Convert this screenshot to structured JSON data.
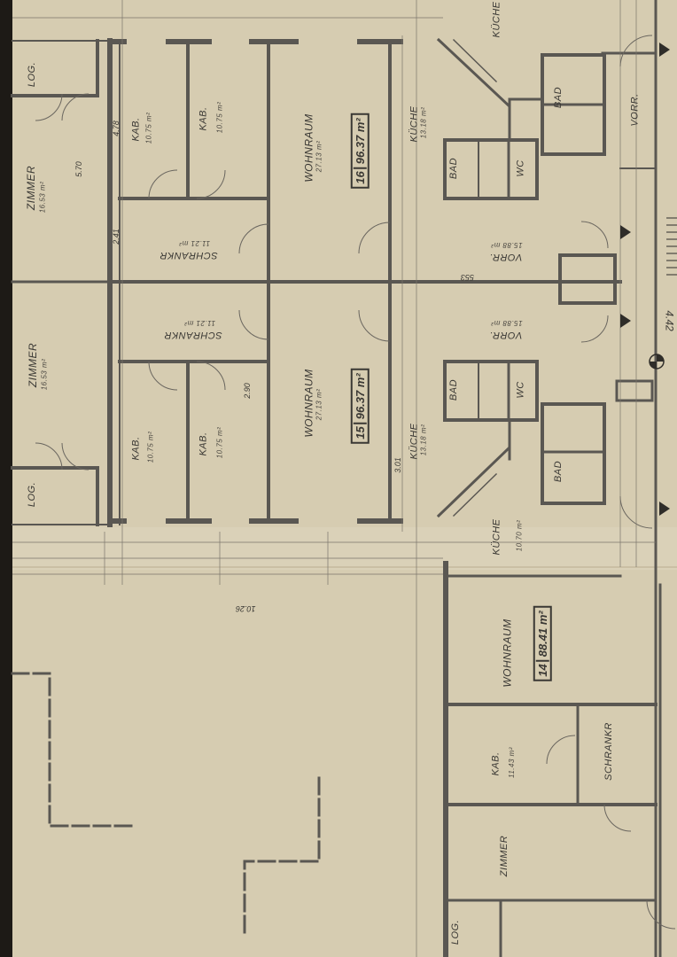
{
  "rooms": {
    "zimmer_top": "ZIMMER",
    "zimmer_bottom": "ZIMMER",
    "zimmer_lower": "ZIMMER",
    "kab_a": "KAB.",
    "kab_b": "KAB.",
    "kab_c": "KAB.",
    "kab_d": "KAB.",
    "kab_e": "KAB.",
    "schrankr_top": "SCHRANKR",
    "schrankr_mid": "SCHRANKR",
    "schrankr_lower": "SCHRANKR",
    "wohnraum_16": "WOHNRAUM",
    "wohnraum_15": "WOHNRAUM",
    "wohnraum_14": "WOHNRAUM",
    "kuche_top": "KÜCHE",
    "kuche_16": "KÜCHE",
    "kuche_15": "KÜCHE",
    "kuche_lower": "KÜCHE",
    "bad_16": "BAD",
    "bad_15": "BAD",
    "bad_top": "BAD",
    "bad_mid": "BAD",
    "wc_16": "WC",
    "wc_15": "WC",
    "vorr_16": "VORR.",
    "vorr_15": "VORR.",
    "vorr_top": "VORR.",
    "loc_top": "LOG.",
    "loc_bottom": "LOG.",
    "loc_lower": "LOG."
  },
  "areas": {
    "kab_a": "10.75 m²",
    "kab_b": "10.75 m²",
    "kab_c": "10.75 m²",
    "kab_d": "10.75 m²",
    "kab_e": "11.43 m²",
    "schrankr_top": "11.21 m²",
    "schrankr_mid": "11.21 m²",
    "zimmer_top": "16.53 m²",
    "zimmer_bottom": "16.53 m²",
    "wohnraum_16": "27.13 m²",
    "wohnraum_15": "27.13 m²",
    "kuche_16": "13.18 m²",
    "kuche_15": "13.18 m²",
    "vorr_16": "15.88 m²",
    "vorr_15": "15.88 m²",
    "kuche_lower": "10.70 m²"
  },
  "units": [
    {
      "num": "16",
      "area": "96.37 m²"
    },
    {
      "num": "15",
      "area": "96.37 m²"
    },
    {
      "num": "14",
      "area": "88.41 m²"
    }
  ],
  "dims": {
    "d1": "4.42",
    "d2": "553",
    "d3": "2.41",
    "d4": "4.78",
    "d5": "3.01",
    "d6": "10.26",
    "d7": "5.70",
    "d8": "2.90"
  },
  "colors": {
    "paper": "#d6ccb1",
    "ink": "#3a3834",
    "wall": "#5a5752",
    "edge": "#1d1a16"
  }
}
